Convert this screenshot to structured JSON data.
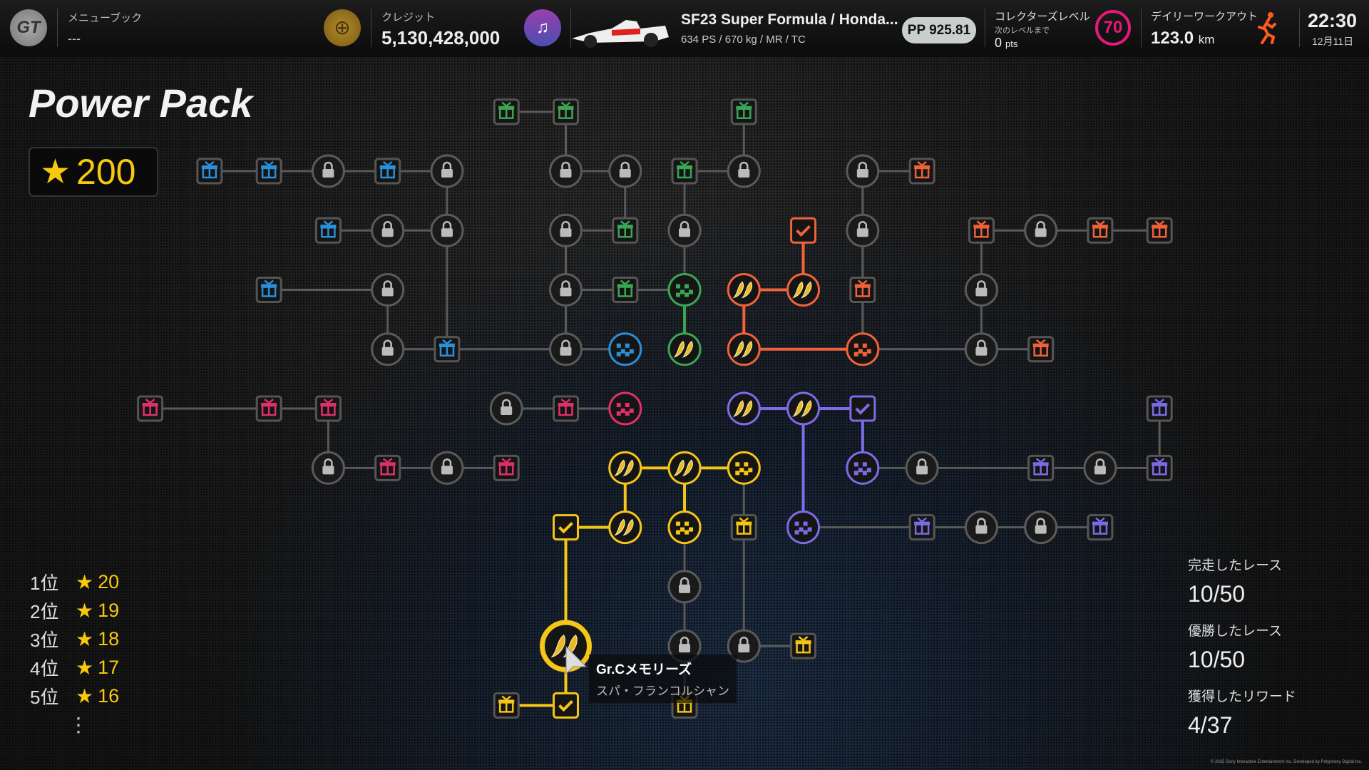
{
  "topbar": {
    "menu_book_label": "メニューブック",
    "menu_book_value": "---",
    "credit_label": "クレジット",
    "credit_value": "5,130,428,000",
    "car_name": "SF23 Super Formula / Honda...",
    "car_specs": "634 PS / 670 kg / MR / TC",
    "pp": "PP 925.81",
    "collector_label": "コレクターズレベル",
    "collector_sub": "次のレベルまで",
    "collector_pts": "0",
    "collector_pts_unit": "pts",
    "collector_level": "70",
    "workout_label": "デイリーワークアウト",
    "workout_value": "123.0",
    "workout_unit": "km",
    "time": "22:30",
    "date": "12月11日"
  },
  "page": {
    "title": "Power Pack",
    "stars": "200"
  },
  "ranks": [
    {
      "place": "1位",
      "stars": "20"
    },
    {
      "place": "2位",
      "stars": "19"
    },
    {
      "place": "3位",
      "stars": "18"
    },
    {
      "place": "4位",
      "stars": "17"
    },
    {
      "place": "5位",
      "stars": "16"
    }
  ],
  "more": "⋮",
  "tooltip": {
    "title": "Gr.Cメモリーズ",
    "subtitle": "スパ・フランコルシャン"
  },
  "stats": [
    {
      "label": "完走したレース",
      "value": "10/50"
    },
    {
      "label": "優勝したレース",
      "value": "10/50"
    },
    {
      "label": "獲得したリワード",
      "value": "4/37"
    }
  ],
  "copyright": "© 2025 Sony Interactive Entertainment Inc. Developed by Polyphony Digital Inc.",
  "colors": {
    "blue": "#2b8fd9",
    "green": "#3aa655",
    "orange": "#f0623a",
    "pink": "#e0306a",
    "purple": "#7b6be6",
    "yellow": "#f5c518",
    "lock": "#555555",
    "magenta": "#e8177a"
  }
}
